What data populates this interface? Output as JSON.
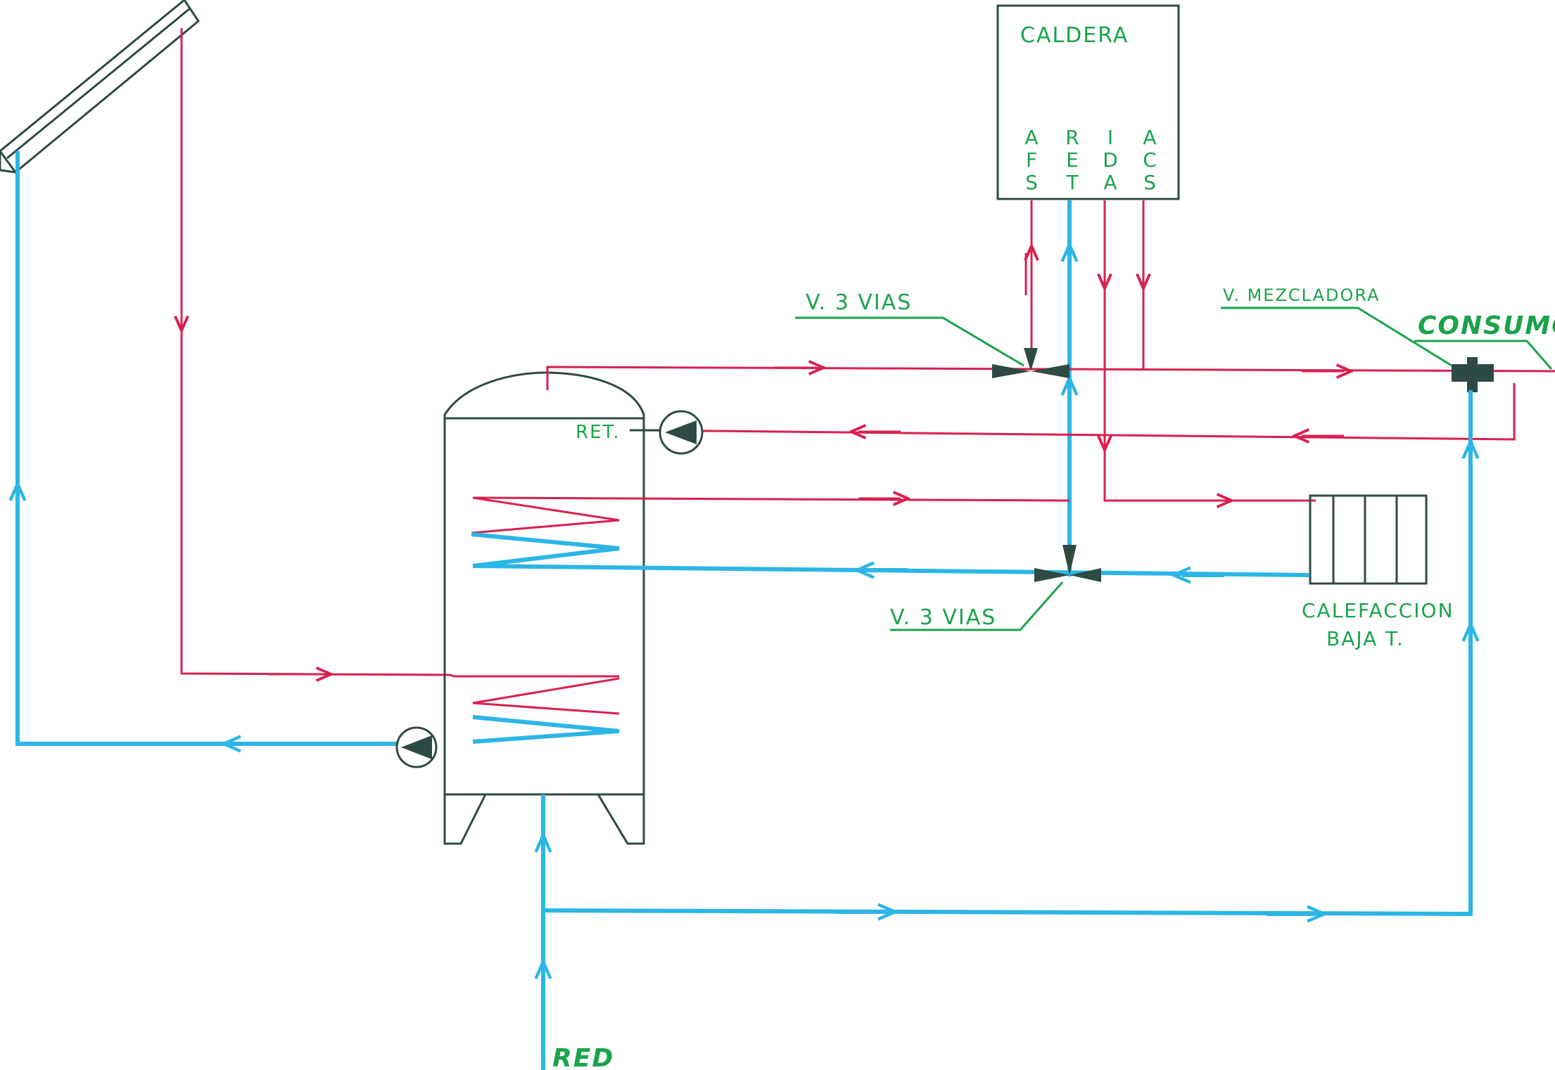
{
  "labels": {
    "boiler": "CALDERA",
    "boiler_ports": [
      "AFS",
      "RET",
      "IDA",
      "ACS"
    ],
    "valve_top": "V. 3 VIAS",
    "valve_bottom": "V. 3 VIAS",
    "mixing_valve": "V. MEZCLADORA",
    "consumption": "CONSUMO",
    "return": "RET.",
    "heating_1": "CALEFACCION",
    "heating_2": "BAJA T.",
    "mains": "RED"
  },
  "colors": {
    "hot": "#d9204f",
    "cold": "#2bb6e6",
    "equipment": "#2e4a44",
    "text": "#1aa34a"
  }
}
